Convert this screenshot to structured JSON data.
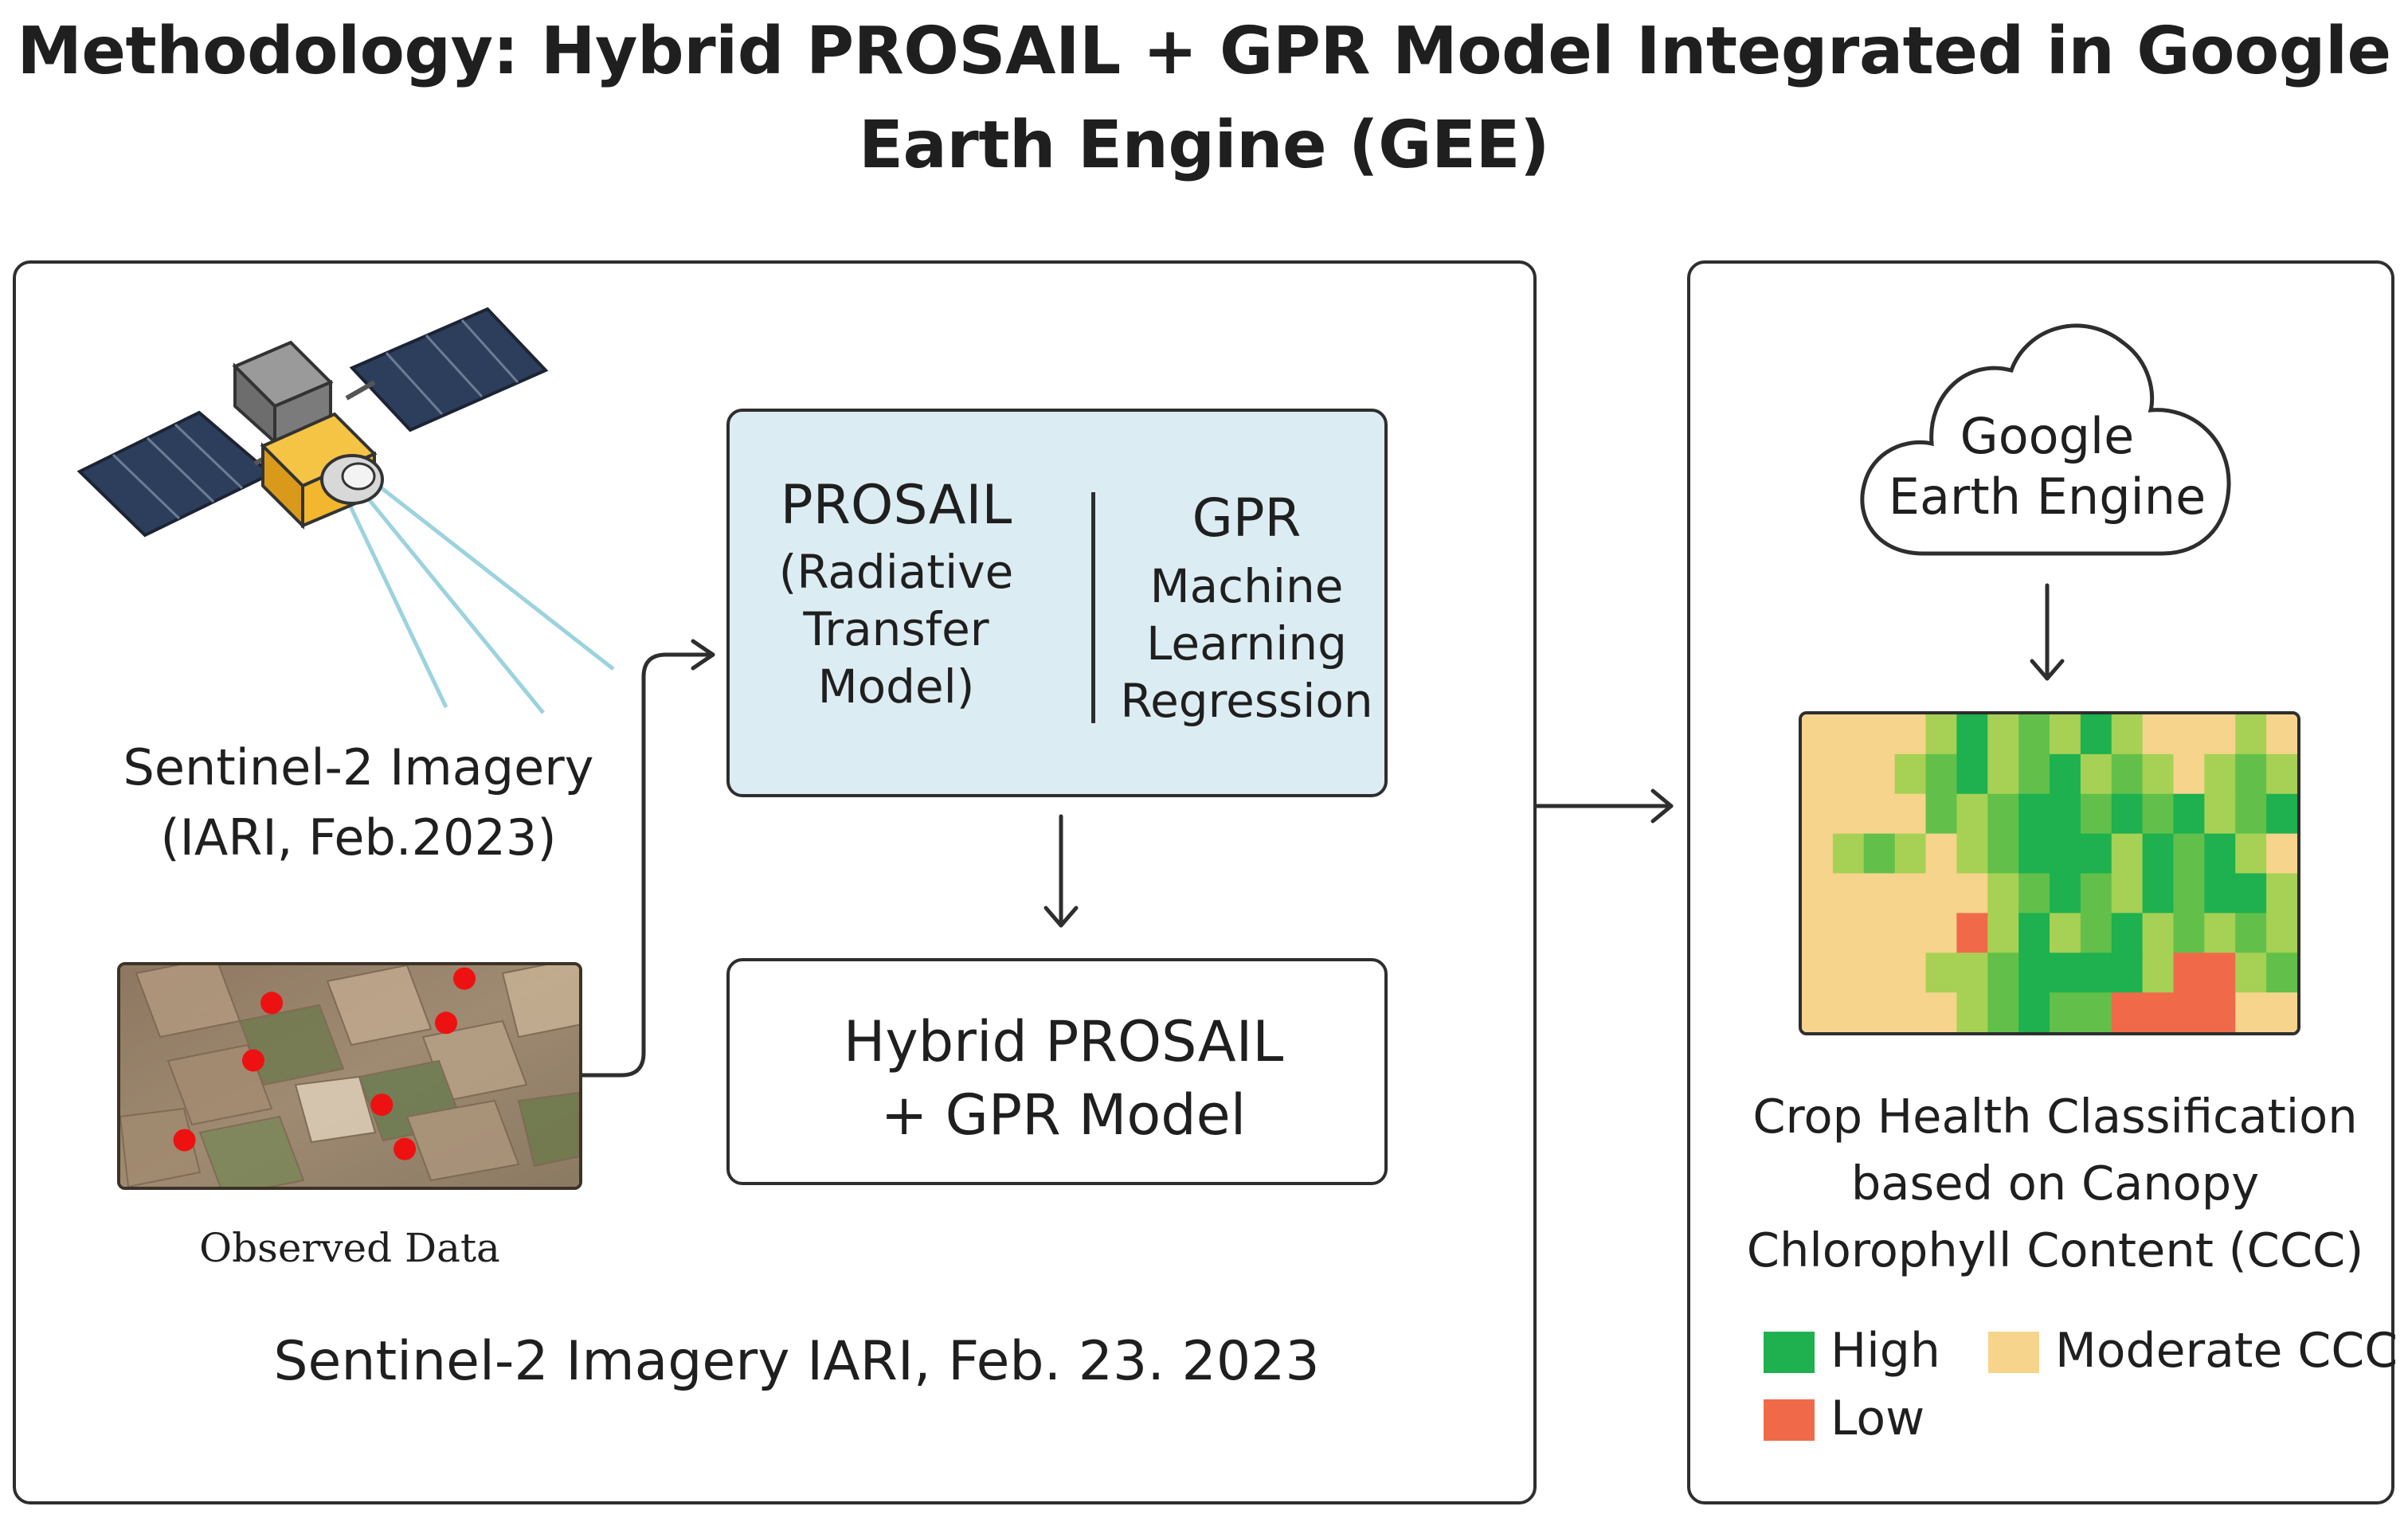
{
  "title": {
    "line1": "Methodology: Hybrid PROSAIL + GPR Model Integrated in Google",
    "line2": "Earth Engine (GEE)"
  },
  "left_panel": {
    "sentinel_caption_line1": "Sentinel-2 Imagery",
    "sentinel_caption_line2": "(IARI, Feb.2023)",
    "observed_caption": "Observed Data",
    "bottom_caption": "Sentinel-2 Imagery IARI, Feb. 23. 2023",
    "prosail": {
      "heading": "PROSAIL",
      "lines": [
        "(Radiative",
        "Transfer",
        "Model)"
      ]
    },
    "gpr": {
      "heading": "GPR",
      "lines": [
        "Machine",
        "Learning",
        "Regression"
      ]
    },
    "hybrid": {
      "line1": "Hybrid PROSAIL",
      "line2": "+ GPR Model"
    }
  },
  "right_panel": {
    "cloud_line1": "Google",
    "cloud_line2": "Earth Engine",
    "caption_line1": "Crop Health Classification",
    "caption_line2": "based on Canopy",
    "caption_line3": "Chlorophyll Content (CCC)",
    "legend": {
      "high": "High",
      "moderate": "Moderate CCC",
      "low": "Low"
    }
  },
  "colors": {
    "box_fill": "#dcecf3",
    "high": "#1fb04f",
    "moderate": "#f6d48b",
    "low": "#f06a4a",
    "light_green": "#a6d155",
    "mid_green": "#62c04a",
    "satellite_gold": "#f2b72e",
    "beam": "#9bd3de",
    "field_point": "#ee1111"
  },
  "heatmap": {
    "grid": [
      "MMMMLHLGLHLMMMLM",
      "MMMLGHLGHLGLMLGL",
      "MMMMGLGHHGHGHLGH",
      "MLGLMLGHHHLHGHLM",
      "MMMMMMLGHGLHGHHL",
      "MMMMMXLHLGHLGLGL",
      "MMMMLLGHHHHLXXLG",
      "MMMMMLGHGGXXXXMM"
    ],
    "key": {
      "M": "moderate",
      "L": "light_green",
      "G": "mid_green",
      "H": "high",
      "X": "low"
    }
  },
  "field_points": [
    [
      0.33,
      0.17
    ],
    [
      0.75,
      0.06
    ],
    [
      0.71,
      0.26
    ],
    [
      0.29,
      0.43
    ],
    [
      0.57,
      0.63
    ],
    [
      0.14,
      0.79
    ],
    [
      0.62,
      0.83
    ]
  ]
}
